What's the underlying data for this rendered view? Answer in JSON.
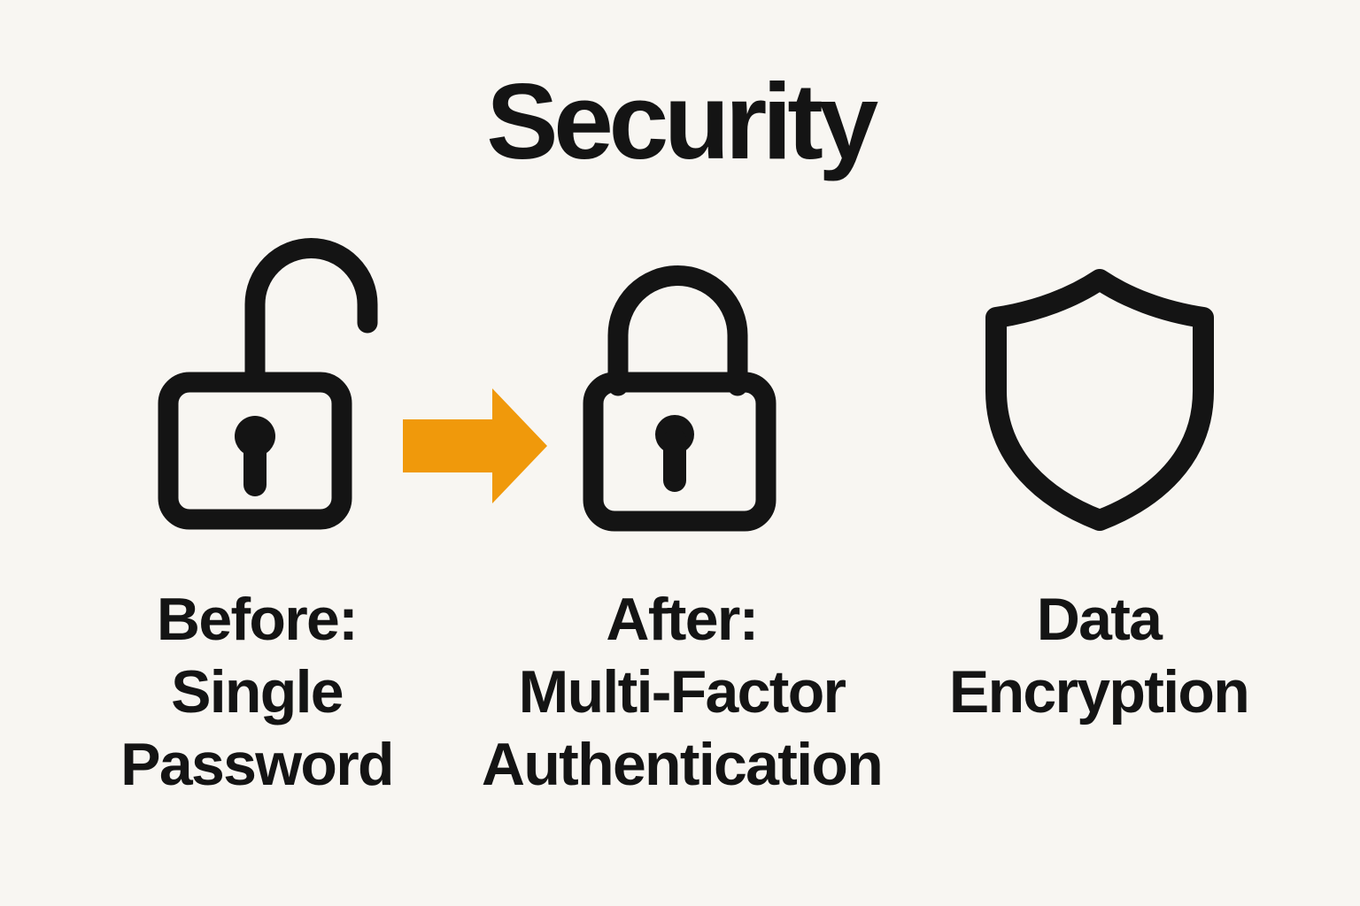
{
  "title": "Security",
  "colors": {
    "background": "#F8F6F2",
    "ink": "#141414",
    "arrow_orange": "#F0990B"
  },
  "panels": [
    {
      "icon": "unlocked-padlock-icon",
      "lines": [
        "Before:",
        "Single",
        "Password"
      ]
    },
    {
      "icon": "locked-padlock-icon",
      "lines": [
        "After:",
        "Multi-Factor",
        "Authentication"
      ]
    },
    {
      "icon": "shield-icon",
      "lines": [
        "Data",
        "Encryption"
      ]
    }
  ],
  "arrow": {
    "direction": "right"
  }
}
